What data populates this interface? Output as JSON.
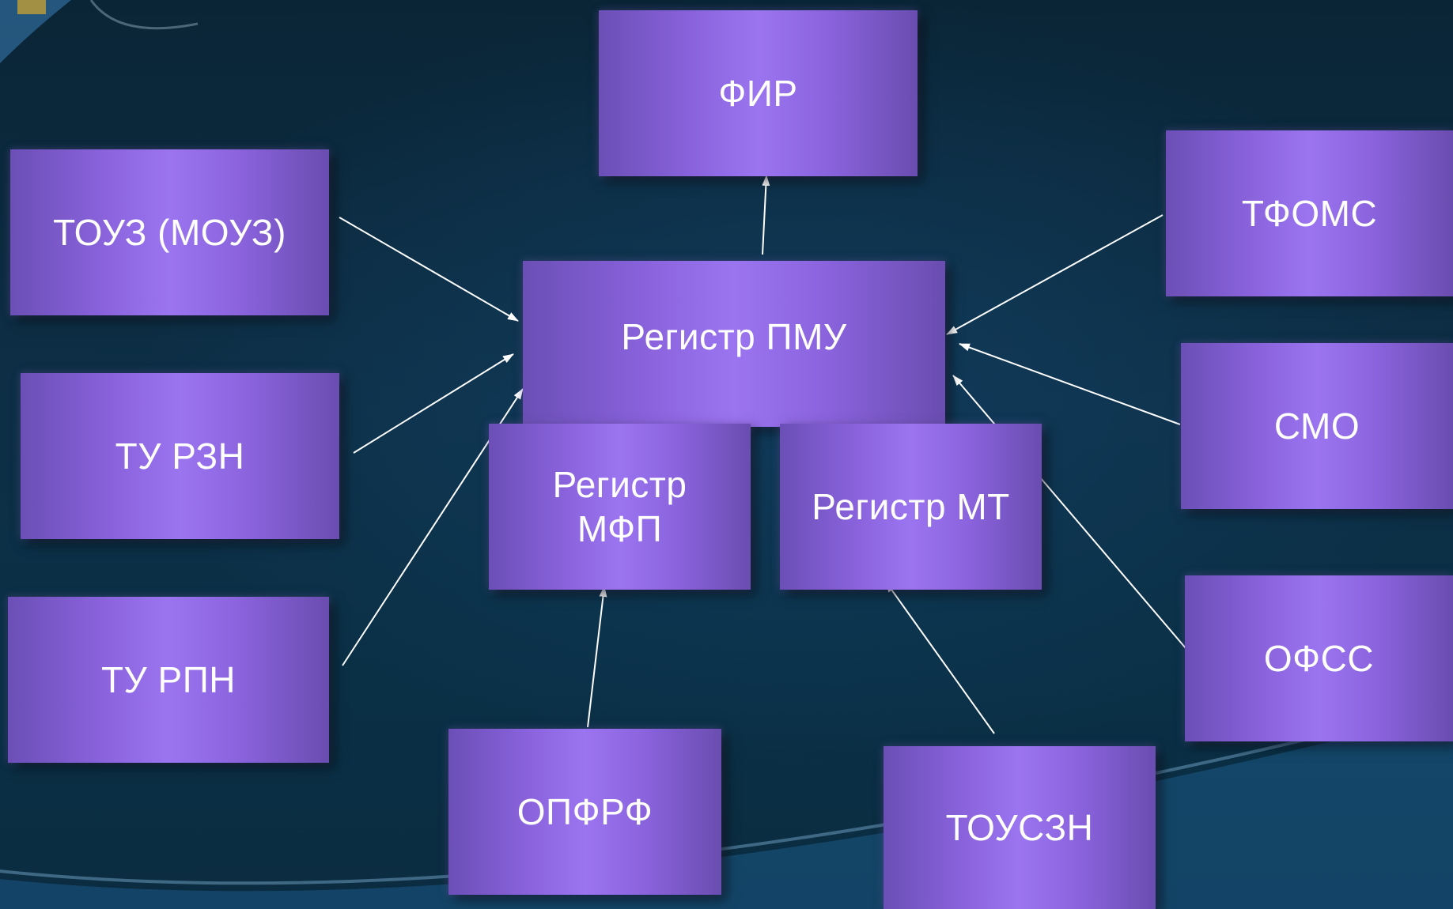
{
  "diagram": {
    "nodes": {
      "fir": "ФИР",
      "touz": "ТОУЗ (МОУЗ)",
      "tu_rzn": "ТУ РЗН",
      "tu_rpn": "ТУ РПН",
      "registr_pmu": "Регистр ПМУ",
      "registr_mfp": "Регистр\nМФП",
      "registr_mt": "Регистр  МТ",
      "tfoms": "ТФОМС",
      "smo": "СМО",
      "ofss": "ОФСС",
      "opfrf": "ОПФРФ",
      "touszn": "ТОУСЗН"
    },
    "edges": [
      {
        "from": "registr_pmu",
        "to": "fir"
      },
      {
        "from": "touz",
        "to": "registr_pmu"
      },
      {
        "from": "tu_rzn",
        "to": "registr_pmu"
      },
      {
        "from": "tu_rpn",
        "to": "registr_pmu"
      },
      {
        "from": "tfoms",
        "to": "registr_pmu"
      },
      {
        "from": "smo",
        "to": "registr_pmu"
      },
      {
        "from": "ofss",
        "to": "registr_pmu"
      },
      {
        "from": "opfrf",
        "to": "registr_mfp"
      },
      {
        "from": "touszn",
        "to": "registr_mt"
      }
    ],
    "colors": {
      "box_light": "#9b74f0",
      "box_dark": "#6b4fb6",
      "arrow": "#ffffff",
      "background": "#0d2f46"
    }
  }
}
